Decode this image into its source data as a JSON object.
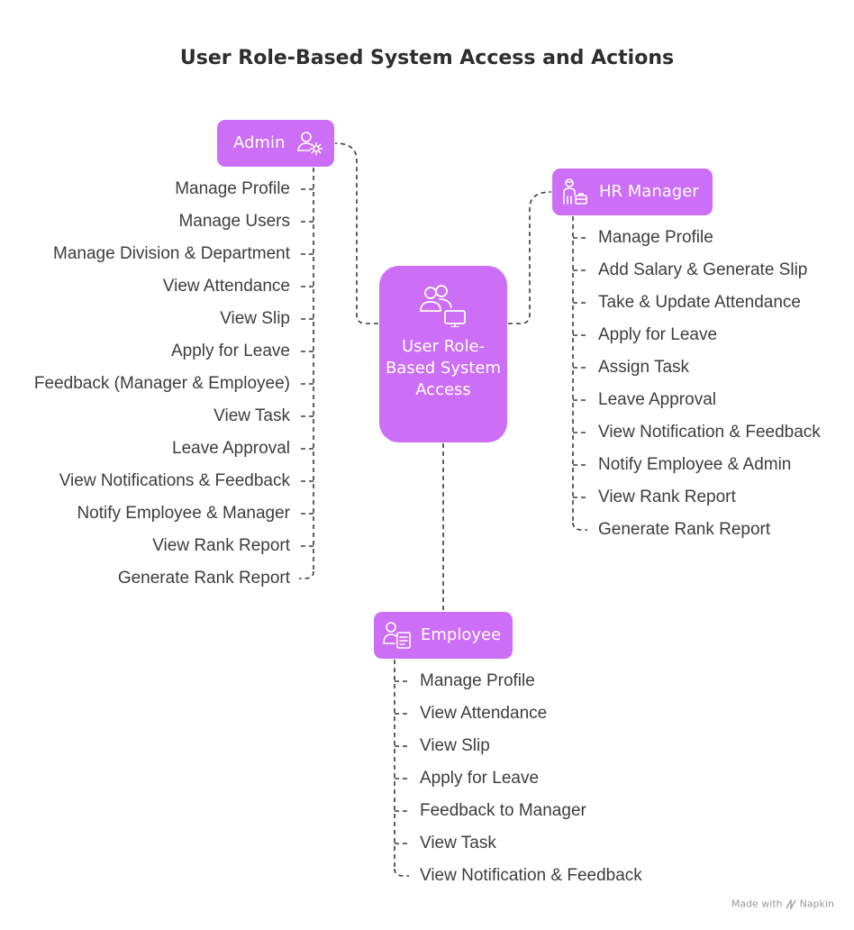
{
  "title": "User Role-Based System Access and Actions",
  "center": {
    "label": "User Role-Based System Access",
    "icon": "users-monitor-icon"
  },
  "admin": {
    "label": "Admin",
    "icon": "user-settings-icon",
    "items": [
      "Manage Profile",
      "Manage Users",
      "Manage Division & Department",
      "View Attendance",
      "View Slip",
      "Apply for Leave",
      "Feedback (Manager & Employee)",
      "View Task",
      "Leave Approval",
      "View Notifications & Feedback",
      "Notify Employee & Manager",
      "View Rank Report",
      "Generate Rank Report"
    ]
  },
  "hr": {
    "label": "HR Manager",
    "icon": "user-briefcase-icon",
    "items": [
      "Manage Profile",
      "Add Salary & Generate Slip",
      "Take & Update Attendance",
      "Apply for Leave",
      "Assign Task",
      "Leave Approval",
      "View Notification & Feedback",
      "Notify Employee & Admin",
      "View Rank Report",
      "Generate Rank Report"
    ]
  },
  "employee": {
    "label": "Employee",
    "icon": "user-document-icon",
    "items": [
      "Manage Profile",
      "View Attendance",
      "View Slip",
      "Apply for Leave",
      "Feedback to Manager",
      "View Task",
      "View Notification & Feedback"
    ]
  },
  "footer": {
    "made_with": "Made with",
    "brand": "Napkin"
  },
  "colors": {
    "node_fill": "#cc6ef6",
    "node_text": "#ffffff",
    "line": "#3a3a3a"
  }
}
